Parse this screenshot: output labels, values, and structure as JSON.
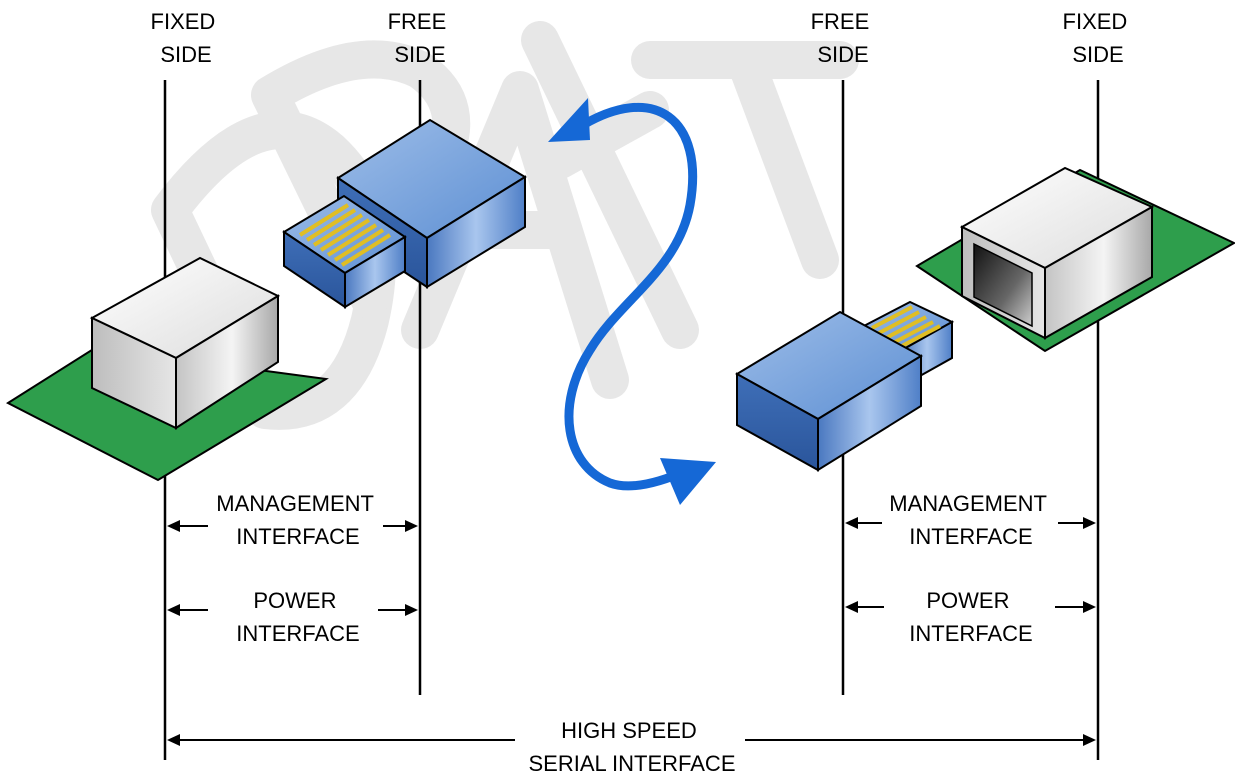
{
  "watermark": "DRAFT",
  "headers": {
    "left_fixed": [
      "FIXED",
      "SIDE"
    ],
    "left_free": [
      "FREE",
      "SIDE"
    ],
    "right_free": [
      "FREE",
      "SIDE"
    ],
    "right_fixed": [
      "FIXED",
      "SIDE"
    ]
  },
  "interfaces": {
    "management": [
      "MANAGEMENT",
      "INTERFACE"
    ],
    "power": [
      "POWER",
      "INTERFACE"
    ],
    "serial": [
      "HIGH SPEED",
      "SERIAL INTERFACE"
    ]
  },
  "colors": {
    "pcb": "#2e9e4c",
    "module_blue": "#4f86cf",
    "contacts": "#e0be24",
    "receptacle": "#e4e4e4",
    "arrow": "#1568d6",
    "watermark": "#e3e3e3"
  },
  "icons": {
    "motion_arrow": "curved-double-arrow-icon",
    "cage": "receptacle-cage-icon",
    "module": "pluggable-module-icon"
  }
}
